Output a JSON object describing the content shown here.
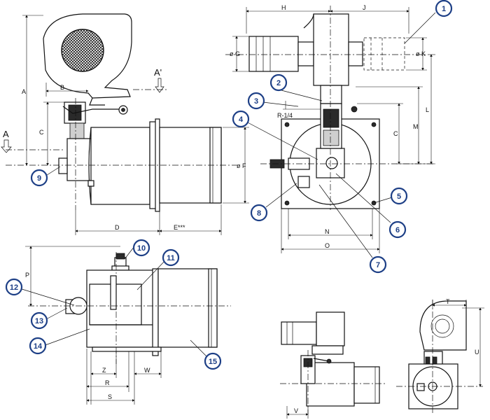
{
  "dimensions": {
    "A": "A",
    "B": "B",
    "C": "C",
    "D": "D",
    "E": "E***",
    "F": "ø F",
    "G": "ø G",
    "H": "H",
    "J": "J",
    "K": "ø K",
    "L": "L",
    "M": "M",
    "N": "N",
    "O": "O",
    "P": "P",
    "R": "R",
    "S": "S",
    "T": "T",
    "U": "U",
    "V": "V",
    "W": "W",
    "Z": "Z",
    "pipe": "R-1/4"
  },
  "section_marks": {
    "a_prime": "A'",
    "a": "A"
  },
  "callouts": [
    "1",
    "2",
    "3",
    "4",
    "5",
    "6",
    "7",
    "8",
    "9",
    "10",
    "11",
    "12",
    "13",
    "14",
    "15"
  ]
}
